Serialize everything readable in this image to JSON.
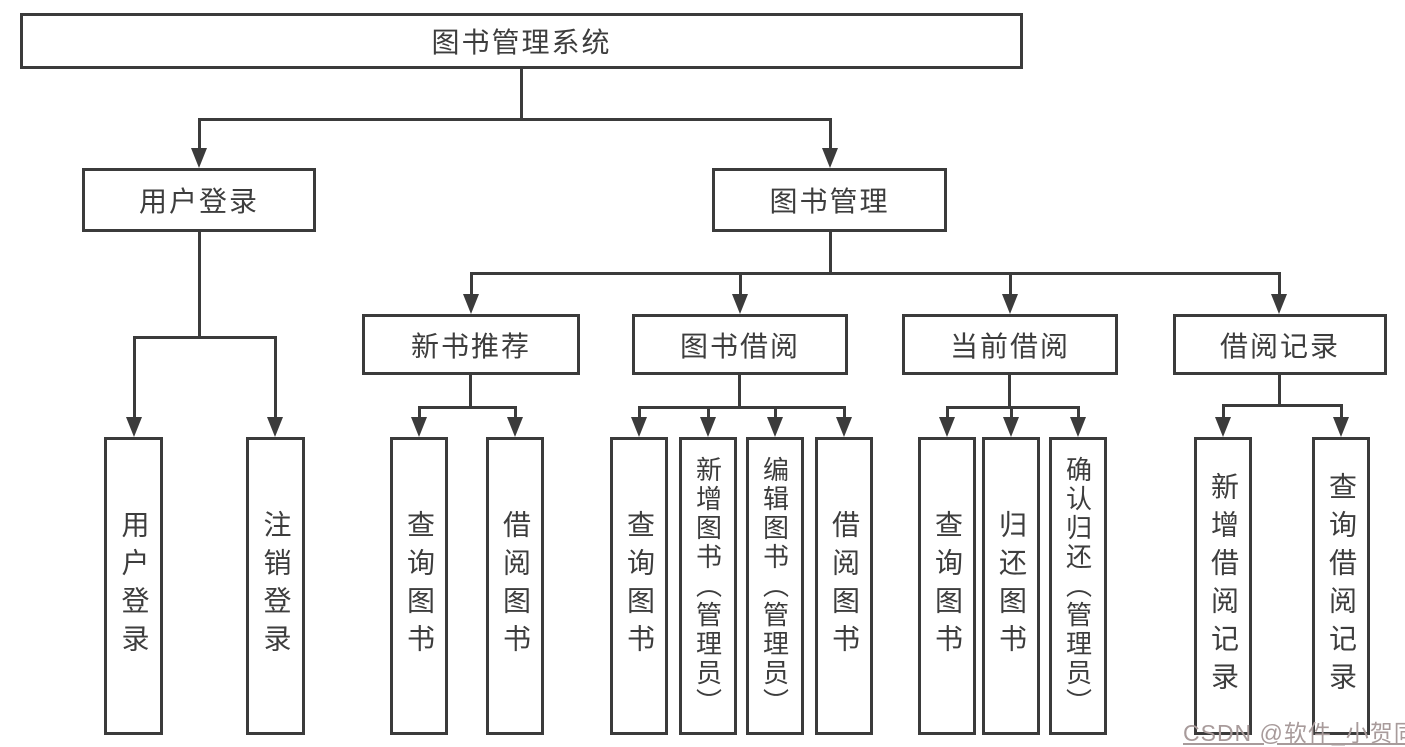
{
  "diagram": {
    "root": {
      "label": "图书管理系统"
    },
    "level2": [
      {
        "label": "用户登录"
      },
      {
        "label": "图书管理"
      }
    ],
    "level3": [
      {
        "label": "新书推荐"
      },
      {
        "label": "图书借阅"
      },
      {
        "label": "当前借阅"
      },
      {
        "label": "借阅记录"
      }
    ],
    "leaves": {
      "login": [
        "用户登录",
        "注销登录"
      ],
      "newbook": [
        "查询图书",
        "借阅图书"
      ],
      "borrow": [
        "查询图书",
        "新增图书（管理员）",
        "编辑图书（管理员）",
        "借阅图书"
      ],
      "current": [
        "查询图书",
        "归还图书",
        "确认归还（管理员）"
      ],
      "records": [
        "新增借阅记录",
        "查询借阅记录"
      ]
    }
  },
  "watermark": {
    "text": "CSDN @软件_小贺同学",
    "color": "#a89b9b"
  },
  "colors": {
    "line": "#3b3b3b",
    "text": "#3d3d3d",
    "background": "#ffffff"
  }
}
